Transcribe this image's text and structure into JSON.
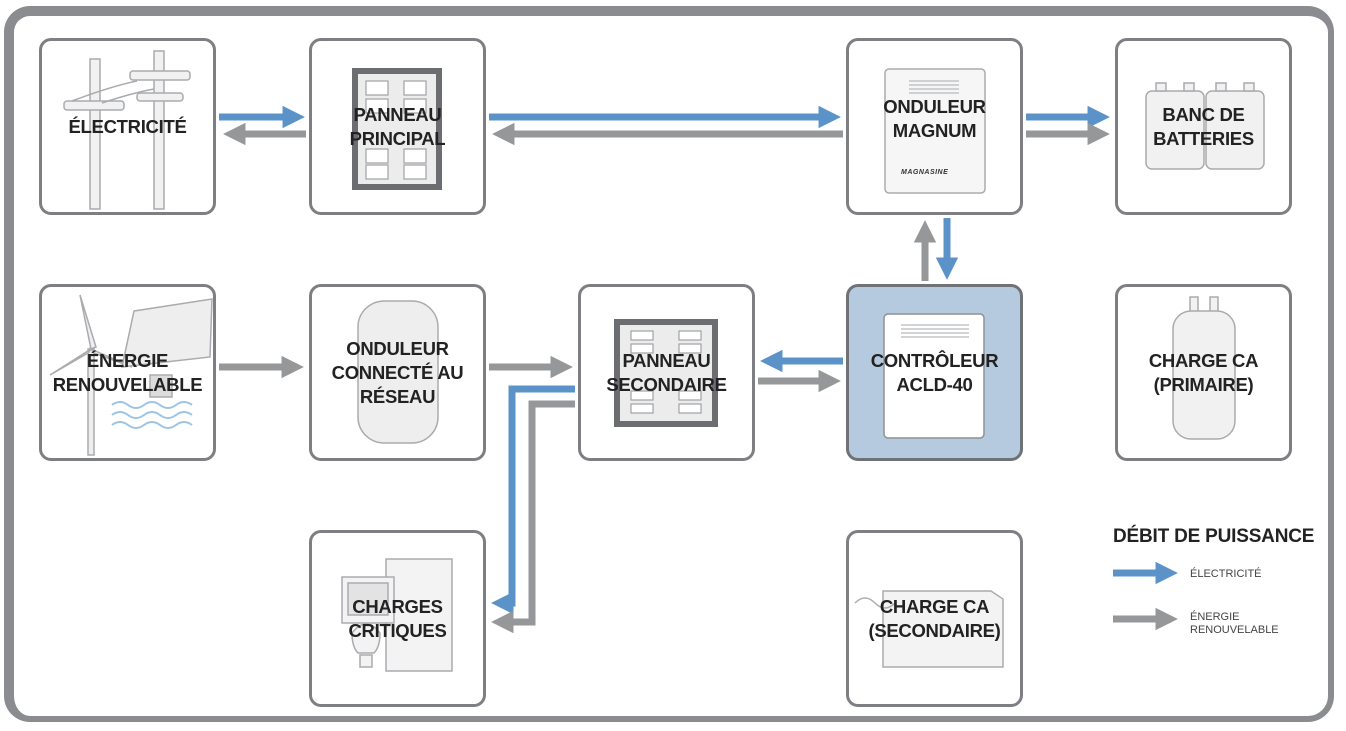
{
  "nodes": {
    "electricite": {
      "label": "ÉLECTRICITÉ"
    },
    "panneau_principal": {
      "label_line1": "PANNEAU",
      "label_line2": "PRINCIPAL"
    },
    "onduleur_magnum": {
      "label_line1": "ONDULEUR",
      "label_line2": "MAGNUM",
      "brand": "MAGNASINE"
    },
    "banc_batteries": {
      "label_line1": "BANC DE",
      "label_line2": "BATTERIES"
    },
    "energie_renouvelable": {
      "label_line1": "ÉNERGIE",
      "label_line2": "RENOUVELABLE"
    },
    "onduleur_reseau": {
      "label_line1": "ONDULEUR",
      "label_line2": "CONNECTÉ AU",
      "label_line3": "RÉSEAU"
    },
    "panneau_secondaire": {
      "label_line1": "PANNEAU",
      "label_line2": "SECONDAIRE"
    },
    "controleur": {
      "label_line1": "CONTRÔLEUR",
      "label_line2": "ACLD-40"
    },
    "charge_primaire": {
      "label_line1": "CHARGE CA",
      "label_line2": "(PRIMAIRE)"
    },
    "charges_critiques": {
      "label_line1": "CHARGES",
      "label_line2": "CRITIQUES"
    },
    "charge_secondaire": {
      "label_line1": "CHARGE CA",
      "label_line2": "(SECONDAIRE)"
    }
  },
  "legend": {
    "title": "DÉBIT DE PUISSANCE",
    "electricite": "ÉLECTRICITÉ",
    "renouvelable_line1": "ÉNERGIE",
    "renouvelable_line2": "RENOUVELABLE"
  },
  "colors": {
    "electricity_arrow": "#5b93c9",
    "renewable_arrow": "#959799",
    "node_border": "#7d7f82",
    "highlight_fill": "#b5c9df",
    "frame": "#8a8c8f"
  }
}
